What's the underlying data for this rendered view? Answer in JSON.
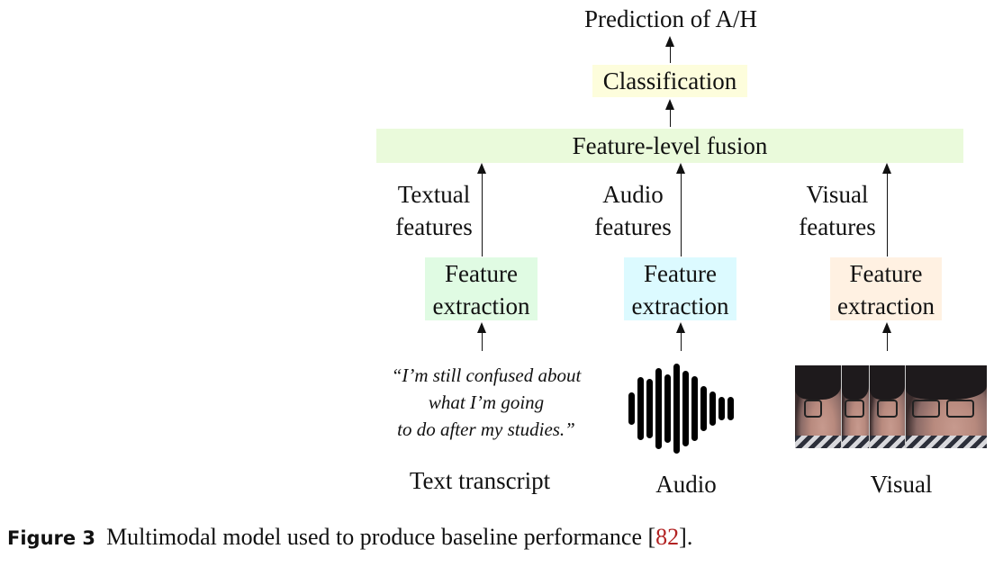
{
  "diagram": {
    "output": "Prediction of A/H",
    "classification": "Classification",
    "fusion": "Feature-level fusion",
    "streams": [
      {
        "feature_label_1": "Textual",
        "feature_label_2": "features",
        "extraction_1": "Feature",
        "extraction_2": "extraction",
        "input_label": "Text transcript",
        "color": "#e0fbe3"
      },
      {
        "feature_label_1": "Audio",
        "feature_label_2": "features",
        "extraction_1": "Feature",
        "extraction_2": "extraction",
        "input_label": "Audio",
        "color": "#dcfaff"
      },
      {
        "feature_label_1": "Visual",
        "feature_label_2": "features",
        "extraction_1": "Feature",
        "extraction_2": "extraction",
        "input_label": "Visual",
        "color": "#fff1e2"
      }
    ],
    "quote": [
      "“I’m still confused about",
      "what I’m going",
      "to do after my studies.”"
    ],
    "colors": {
      "classification": "#fdfddc",
      "fusion": "#eafadb",
      "reference": "#b22222"
    }
  },
  "caption": {
    "label": "Figure 3",
    "text": "Multimodal model used to produce baseline performance [",
    "ref": "82",
    "end": "]."
  }
}
